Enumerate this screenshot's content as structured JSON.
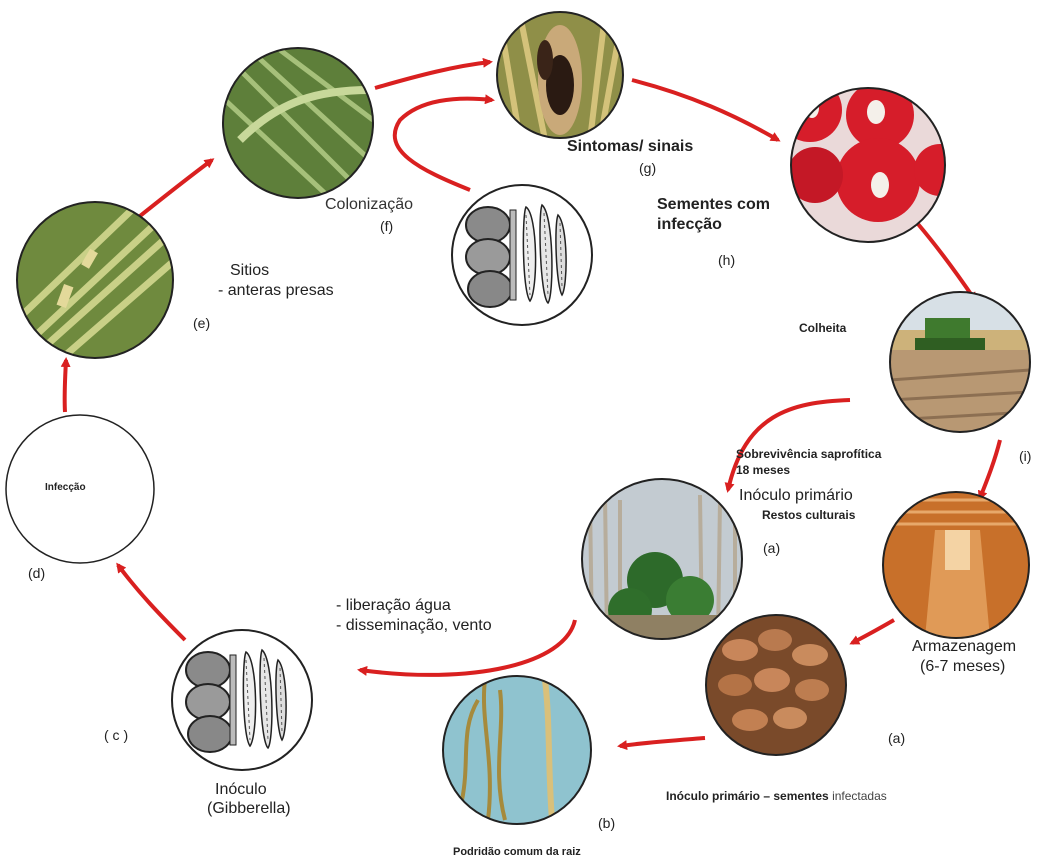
{
  "colors": {
    "arrow": "#d92020",
    "node_border": "#222222",
    "text": "#222222",
    "text_light": "#444444"
  },
  "nodes": {
    "infection": {
      "text": "Infecção",
      "icon": "empty-circle-node"
    },
    "sintomas": {
      "image": "wheat-spike-with-dark-lesions-photo"
    },
    "sementes": {
      "image": "red-stained-seed-culture-photo"
    },
    "colheita": {
      "image": "combine-harvester-field-photo"
    },
    "armazenagem": {
      "image": "grain-storage-silo-interior-photo"
    },
    "sementes_infectadas": {
      "image": "wheat-grains-photo"
    },
    "podridao": {
      "image": "roots-rot-photo"
    },
    "restos": {
      "image": "crop-residues-field-photo"
    },
    "inoculo": {
      "image": "perithecia-ascospores-drawing"
    },
    "colonizacao_drawing": {
      "image": "perithecia-ascospores-drawing"
    },
    "colonizacao": {
      "image": "green-wheat-heads-photo"
    },
    "sitios": {
      "image": "wheat-anthers-closeup-photo"
    }
  },
  "labels": {
    "g_title": "Sintomas/ sinais",
    "g_letter": "(g)",
    "h_title_1": "Sementes com",
    "h_title_2": "infecção",
    "h_letter": "(h)",
    "colheita": "Colheita",
    "i_letter": "(i)",
    "sobrev_1": "Sobrevivência saprofítica",
    "sobrev_2": "18 meses",
    "inoc_prim": "Inóculo primário",
    "restos": "Restos culturais",
    "a_letter_top": "(a)",
    "armaz_1": "Armazenagem",
    "armaz_2": "(6-7 meses)",
    "a_letter_bottom": "(a)",
    "inoc_sem_bold": "Inóculo primário – sementes",
    "inoc_sem_light": "infectadas",
    "b_letter": "(b)",
    "podridao": "Podridão comum  da raiz",
    "liberacao_1": "- liberação água",
    "liberacao_2": "- disseminação, vento",
    "c_letter": "( c )",
    "inoculo_1": "Inóculo",
    "inoculo_2": "(Gibberella)",
    "d_letter": "(d)",
    "sitios_1": "Sitios",
    "sitios_2": "- anteras presas",
    "e_letter": "(e)",
    "colonizacao": "Colonização",
    "f_letter": "(f)"
  }
}
